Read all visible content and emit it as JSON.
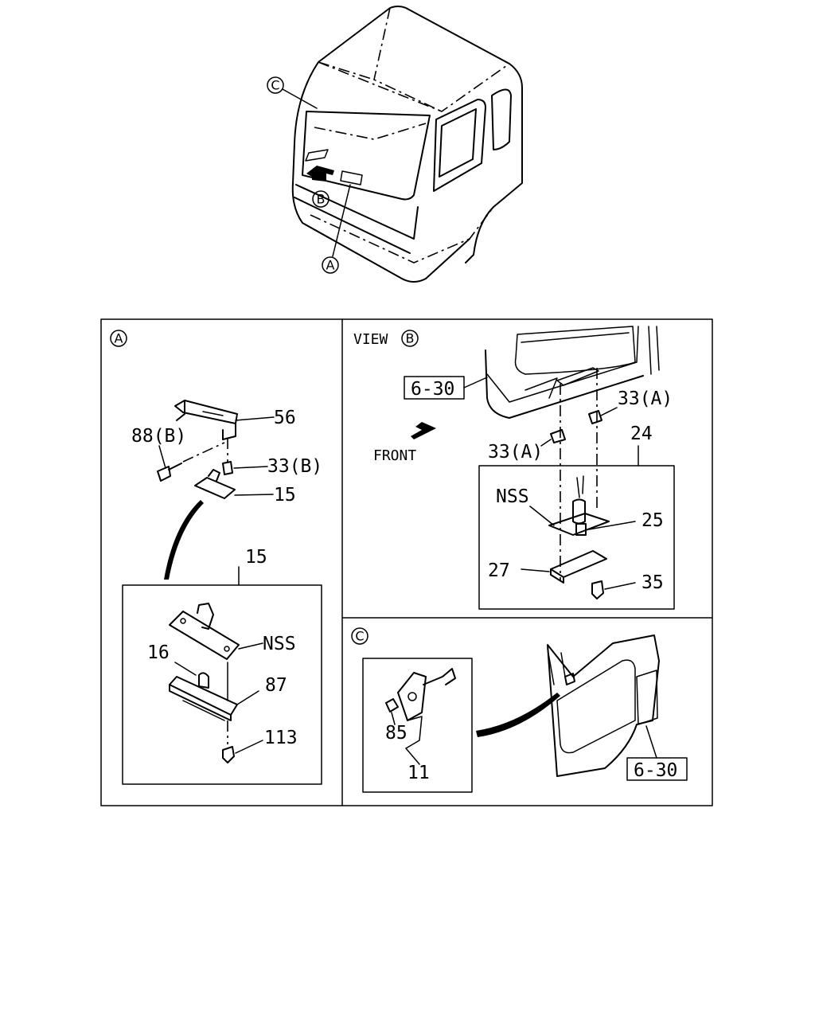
{
  "callouts": {
    "a": "A",
    "b": "B",
    "c": "C"
  },
  "panel_a": {
    "labels": {
      "p56": "56",
      "p88b": "88(B)",
      "p33b": "33(B)",
      "p15_top": "15",
      "p15_box": "15",
      "nss": "NSS",
      "p16": "16",
      "p87": "87",
      "p113": "113"
    }
  },
  "panel_b": {
    "view_prefix": "VIEW",
    "ref_box": "6-30",
    "front": "FRONT",
    "labels": {
      "p33a_right": "33(A)",
      "p33a_left": "33(A)",
      "p24": "24",
      "nss": "NSS",
      "p25": "25",
      "p27": "27",
      "p35": "35"
    }
  },
  "panel_c": {
    "ref_box": "6-30",
    "labels": {
      "p85": "85",
      "p11": "11"
    }
  }
}
